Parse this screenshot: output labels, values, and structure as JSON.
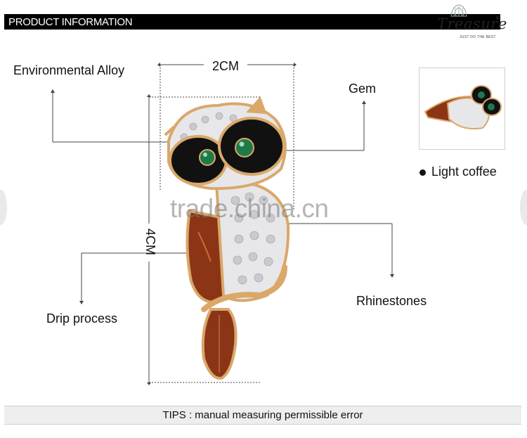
{
  "header": {
    "title": "PRODUCT INFORMATION"
  },
  "brand": {
    "name": "Treasure",
    "registered": "®",
    "tagline": "JUST DO THE BEST"
  },
  "labels": {
    "alloy": "Environmental Alloy",
    "width": "2CM",
    "gem": "Gem",
    "height": "4CM",
    "drip": "Drip process",
    "rhinestones": "Rhinestones"
  },
  "color_option": {
    "name": "Light coffee"
  },
  "watermark": "trade.china.cn",
  "tips": "TIPS : manual measuring permissible error",
  "colors": {
    "header_bg": "#000000",
    "gold": "#d9a86a",
    "enamel_brown": "#8b3516",
    "eye_black": "#111111",
    "gem_green": "#1f7a4a",
    "tips_bg": "#eeeeee"
  }
}
